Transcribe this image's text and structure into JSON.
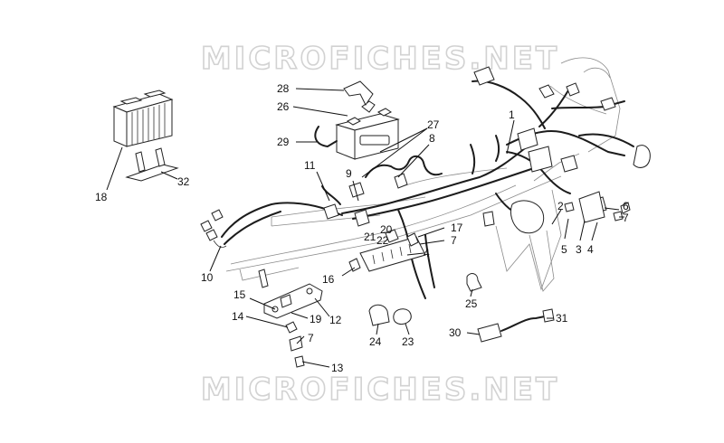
{
  "diagram": {
    "watermark_text": "MICROFICHES.NET",
    "colors": {
      "ink": "#111111",
      "watermark_outline": "#d2d2d2",
      "background": "#ffffff"
    },
    "callouts": [
      "1",
      "2",
      "3",
      "4",
      "4",
      "5",
      "6",
      "7",
      "7",
      "7",
      "8",
      "9",
      "10",
      "11",
      "12",
      "13",
      "14",
      "15",
      "16",
      "17",
      "18",
      "19",
      "20",
      "21",
      "22",
      "23",
      "24",
      "25",
      "26",
      "27",
      "28",
      "29",
      "30",
      "31",
      "32"
    ]
  }
}
